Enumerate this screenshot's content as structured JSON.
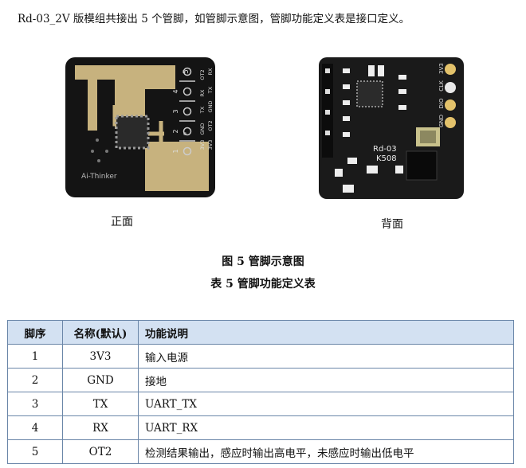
{
  "intro_text": "Rd-03_2V 版模组共接出 5 个管脚，如管脚示意图，管脚功能定义表是接口定义。",
  "front": {
    "label": "正面",
    "brand": "Ai-Thinker",
    "pin_numbers": [
      "5",
      "4",
      "3",
      "2",
      "1"
    ],
    "pin_names_inner": [
      "OT2",
      "RX",
      "TX",
      "GND",
      "3V3"
    ],
    "pin_names_outer": [
      "RX",
      "TX",
      "GND",
      "OT2",
      "3V3"
    ]
  },
  "back": {
    "label": "背面",
    "model": "Rd-03",
    "code": "K508",
    "pads": [
      "3V3",
      "CLK",
      "DIO",
      "GND"
    ]
  },
  "figure_caption": "图 5 管脚示意图",
  "table_caption": "表 5 管脚功能定义表",
  "table": {
    "headers": [
      "脚序",
      "名称(默认)",
      "功能说明"
    ],
    "rows": [
      [
        "1",
        "3V3",
        "输入电源"
      ],
      [
        "2",
        "GND",
        "接地"
      ],
      [
        "3",
        "TX",
        "UART_TX"
      ],
      [
        "4",
        "RX",
        "UART_RX"
      ],
      [
        "5",
        "OT2",
        "检测结果输出，感应时输出高电平，未感应时输出低电平"
      ]
    ]
  }
}
